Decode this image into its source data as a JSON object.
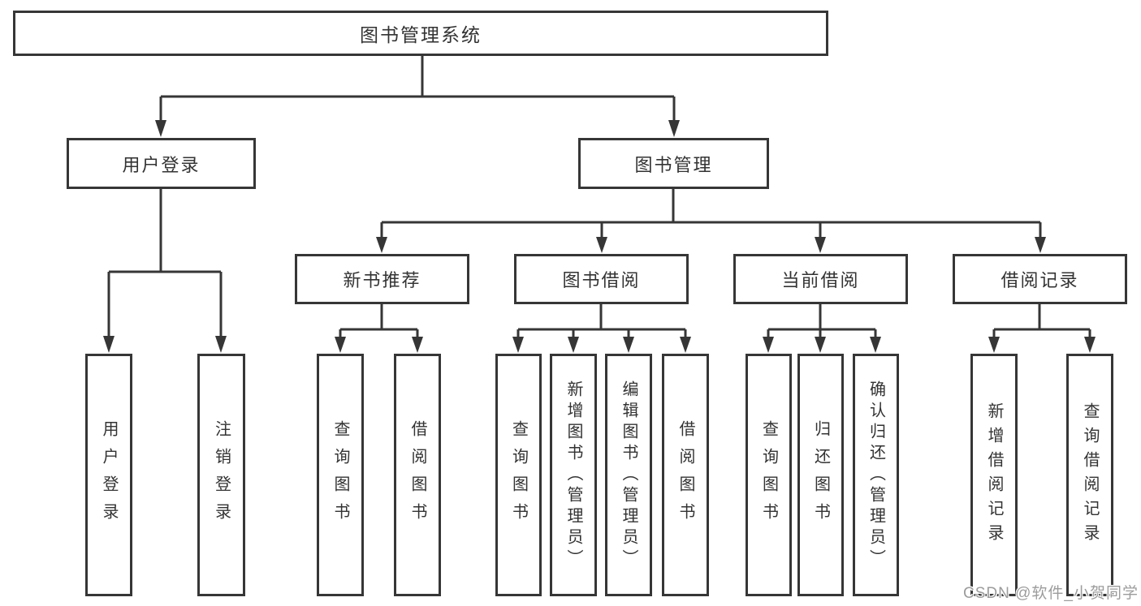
{
  "diagram_title": "图书管理系统",
  "tree": {
    "root": "图书管理系统",
    "children": [
      {
        "label": "用户登录",
        "children": [
          "用户登录",
          "注销登录"
        ]
      },
      {
        "label": "图书管理",
        "children": [
          {
            "label": "新书推荐",
            "children": [
              "查询图书",
              "借阅图书"
            ]
          },
          {
            "label": "图书借阅",
            "children": [
              "查询图书",
              "新增图书（管理员）",
              "编辑图书（管理员）",
              "借阅图书"
            ]
          },
          {
            "label": "当前借阅",
            "children": [
              "查询图书",
              "归还图书",
              "确认归还（管理员）"
            ]
          },
          {
            "label": "借阅记录",
            "children": [
              "新增借阅记录",
              "查询借阅记录"
            ]
          }
        ]
      }
    ]
  },
  "watermark": {
    "text": "CSDN @软件_小贺同学"
  },
  "colors": {
    "line": "#363636",
    "box_border": "#363636",
    "text": "#333333",
    "watermark": "#9c9c9c",
    "background": "#ffffff"
  }
}
